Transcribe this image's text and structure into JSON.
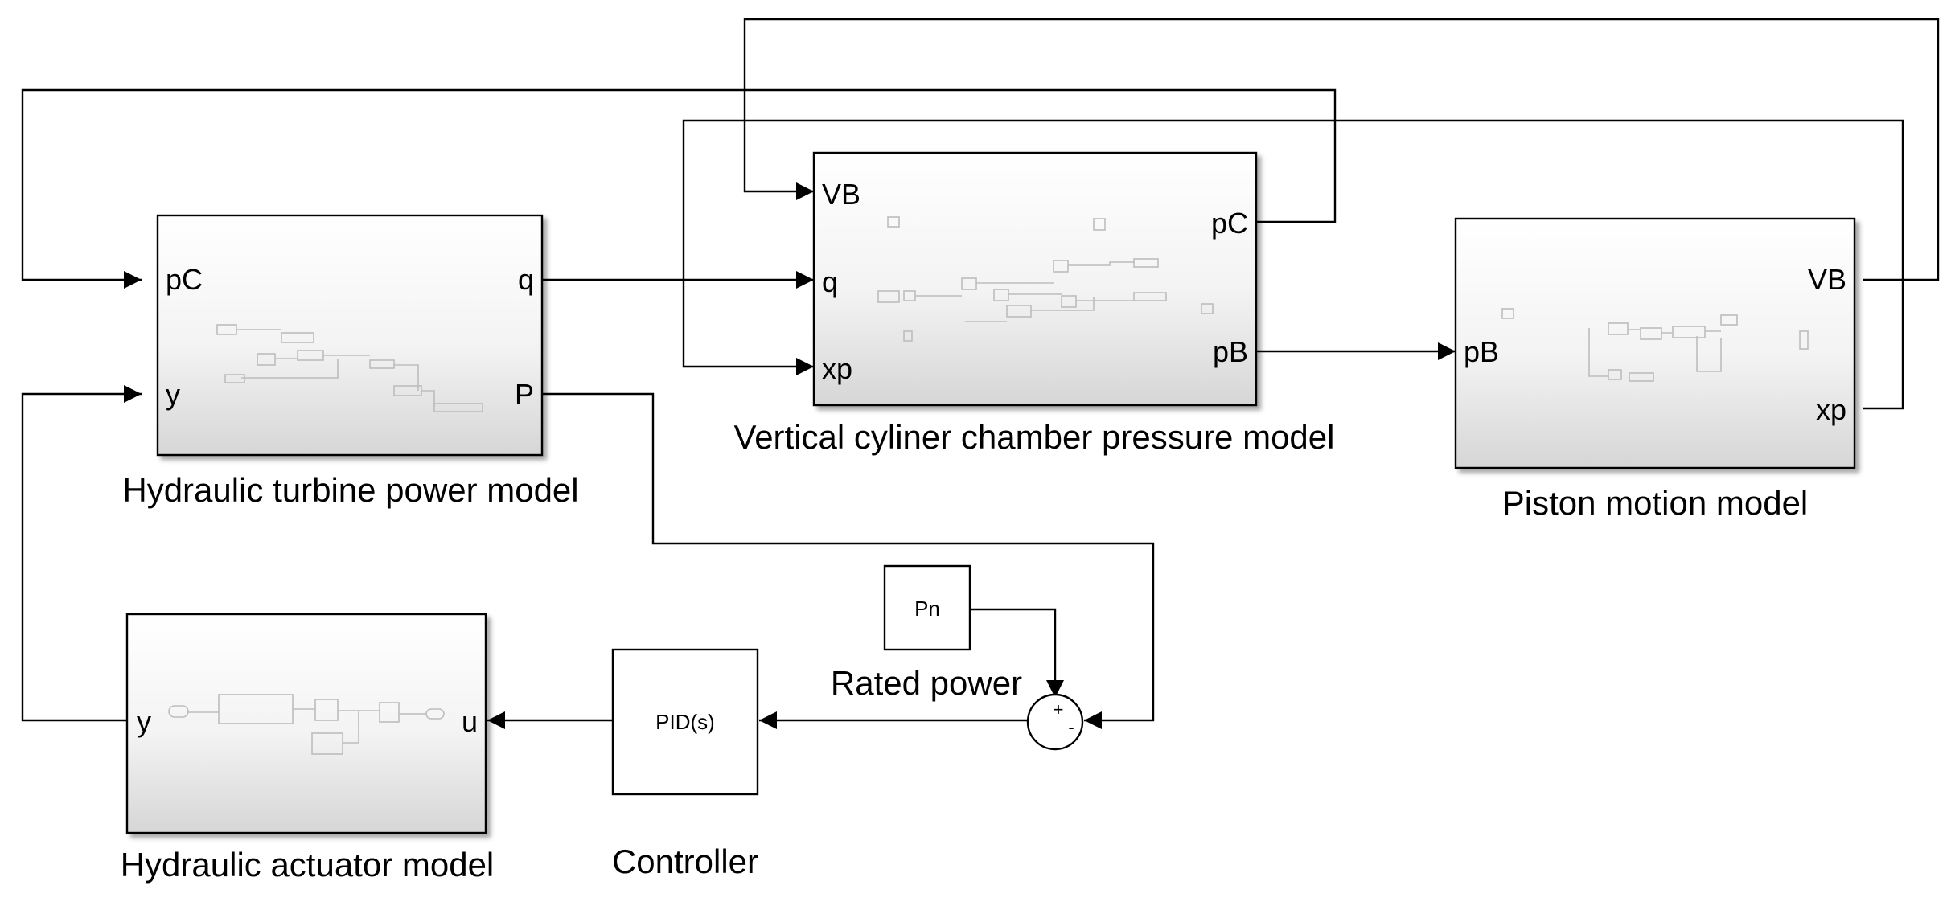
{
  "blocks": {
    "turbine": {
      "caption": "Hydraulic turbine power model",
      "ports_in": [
        "pC",
        "y"
      ],
      "ports_out": [
        "q",
        "P"
      ]
    },
    "chamber": {
      "caption": "Vertical cyliner chamber pressure model",
      "ports_in": [
        "VB",
        "q",
        "xp"
      ],
      "ports_out": [
        "pC",
        "pB"
      ]
    },
    "piston": {
      "caption": "Piston motion model",
      "ports_in": [
        "pB"
      ],
      "ports_out": [
        "VB",
        "xp"
      ]
    },
    "actuator": {
      "caption": "Hydraulic actuator model",
      "ports_in": [
        "u"
      ],
      "ports_out": [
        "y"
      ]
    },
    "controller": {
      "label": "PID(s)",
      "caption": "Controller"
    },
    "rated": {
      "label": "Pn",
      "caption": "Rated power"
    },
    "sum": {
      "signs": [
        "+",
        "-"
      ]
    }
  },
  "colors": {
    "line": "#000000",
    "block_top": "#ffffff",
    "block_bottom": "#d9d9d9",
    "inner_detail": "#bdbdbd"
  }
}
